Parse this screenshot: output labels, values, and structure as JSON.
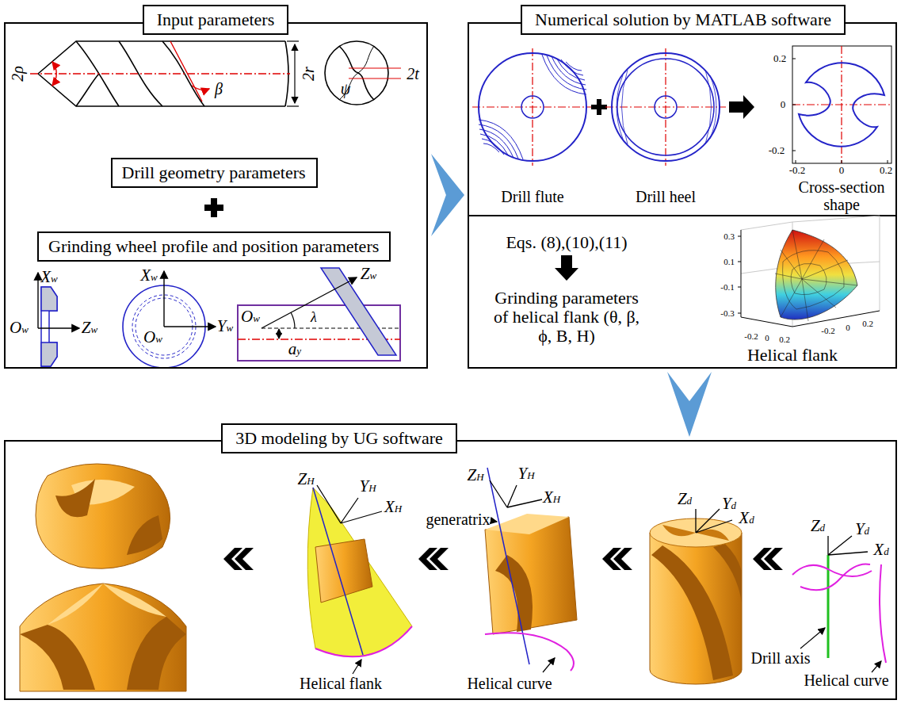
{
  "diagram": {
    "nodes": [
      {
        "text": [
          "Input parameters"
        ]
      },
      {
        "text": [
          "Drill geometry parameters"
        ],
        "in": 0
      },
      {
        "text": [
          "Grinding wheel profile and position parameters"
        ],
        "in": 0
      },
      {
        "text": [
          "Numerical solution by MATLAB software"
        ]
      },
      {
        "text": [
          "3D modeling by UG software"
        ]
      }
    ],
    "edges": [
      {
        "from": 0,
        "to": 3,
        "arrow": "to"
      },
      {
        "from": 3,
        "to": 4,
        "arrow": "to"
      }
    ],
    "labels": [
      "2ρ",
      "β",
      "2r",
      "ψ",
      "2t",
      "Xw",
      "Ow",
      "Zw",
      "Xw",
      "Ow",
      "Yw",
      "Zw",
      "λ",
      "Ow",
      "ay",
      "Drill flute",
      "Drill heel",
      "0.2",
      "0",
      "-0.2",
      "-0.2",
      "0",
      "0.2",
      "Cross-section shape",
      "Eqs. (8),(10),(11)",
      "Grinding parameters of helical flank (θ, β, ϕ, B, H)",
      "0.3",
      "0.1",
      "-0.1",
      "-0.3",
      "-0.2",
      "0",
      "0.2",
      "-0.2",
      "0",
      "0.2",
      "Helical flank",
      "ZH",
      "YH",
      "XH",
      "Helical flank",
      "ZH",
      "YH",
      "XH",
      "generatrix",
      "Helical curve",
      "Zd",
      "Yd",
      "Xd",
      "Zd",
      "Yd",
      "Xd",
      "Drill axis",
      "Helical curve"
    ]
  }
}
